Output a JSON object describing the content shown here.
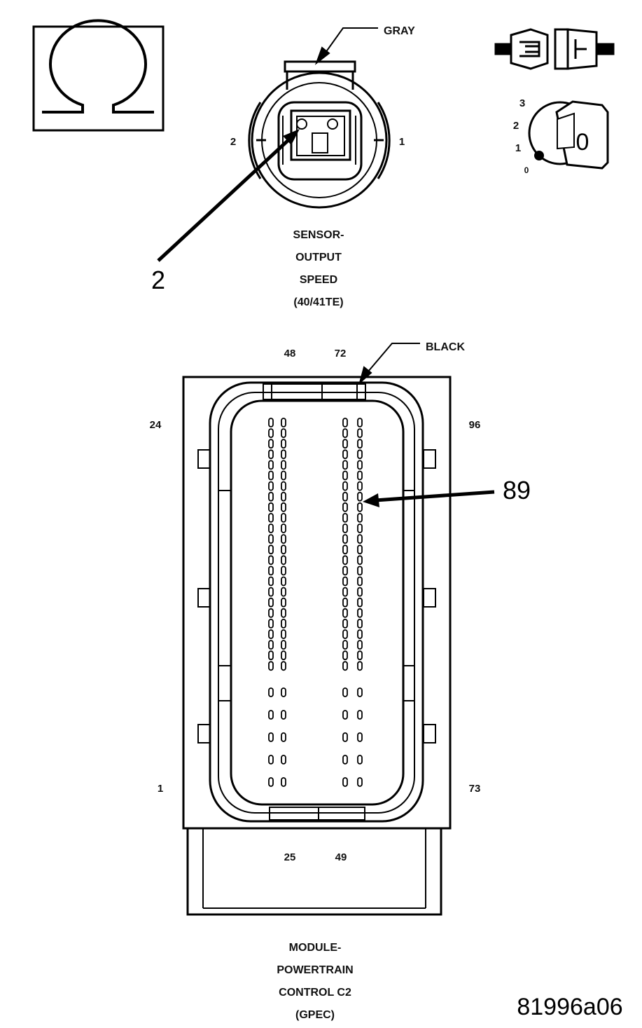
{
  "ohmmeter_icon": "ohm-symbol-icon",
  "connector_icon": "connector-pair-icon",
  "ignition_icon": "ignition-key-icon",
  "ignition_positions": [
    "3",
    "2",
    "1",
    "0"
  ],
  "ignition_key_label": "0",
  "sensor": {
    "color_label": "GRAY",
    "pin_left": "2",
    "pin_right": "1",
    "callout": "2",
    "title_lines": [
      "SENSOR-",
      "OUTPUT",
      "SPEED",
      "(40/41TE)"
    ]
  },
  "module": {
    "color_label": "BLACK",
    "pin_top_left": "48",
    "pin_top_right": "72",
    "pin_left_top": "24",
    "pin_right_top": "96",
    "pin_left_bottom": "1",
    "pin_right_bottom": "73",
    "pin_bottom_left": "25",
    "pin_bottom_right": "49",
    "callout": "89",
    "title_lines": [
      "MODULE-",
      "POWERTRAIN",
      "CONTROL C2",
      "(GPEC)"
    ]
  },
  "figure_id": "81996a06"
}
